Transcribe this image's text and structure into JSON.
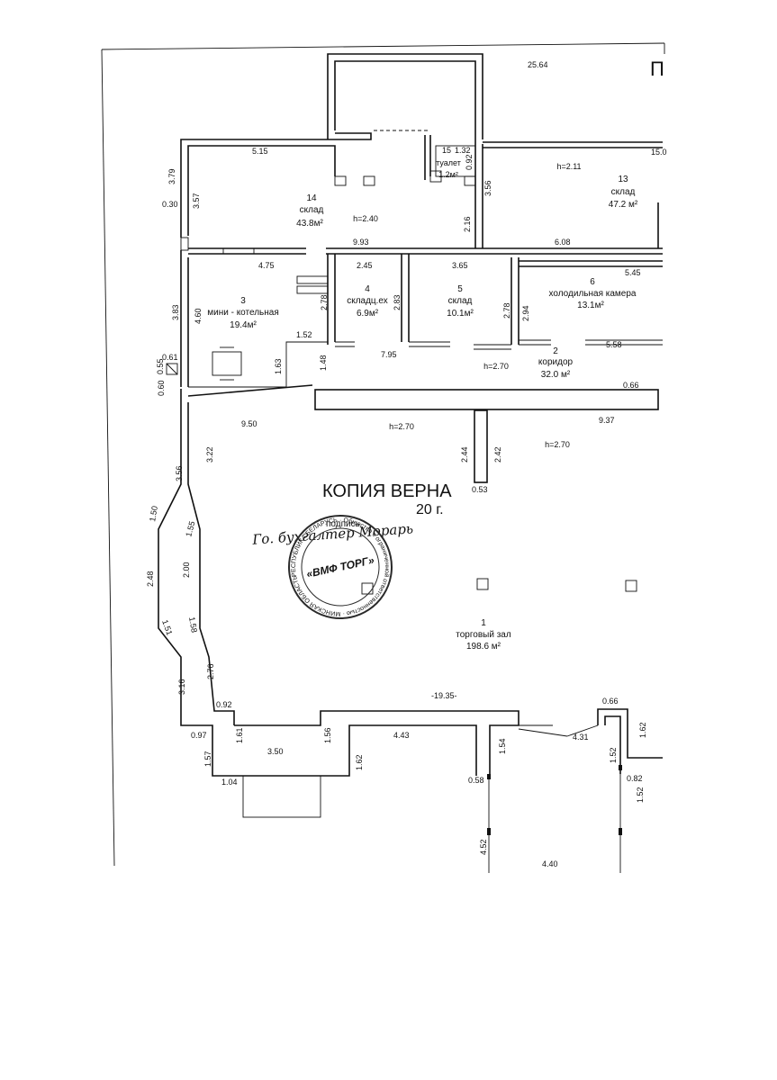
{
  "header": {
    "corner_label": "П",
    "overall_width": "25.64"
  },
  "rooms": {
    "r1": {
      "number": "1",
      "name": "торговый зал",
      "area": "198.6 м²",
      "height": "h=2.70"
    },
    "r2": {
      "number": "2",
      "name": "коридор",
      "area": "32.0 м²",
      "height": "h=2.70"
    },
    "r3": {
      "number": "3",
      "name": "мини - котельная",
      "area": "19.4м²"
    },
    "r4": {
      "number": "4",
      "name": "складц.ех",
      "area": "6.9м²"
    },
    "r5": {
      "number": "5",
      "name": "склад",
      "area": "10.1м²"
    },
    "r6": {
      "number": "6",
      "name": "холодильная камера",
      "area": "13.1м²"
    },
    "r13": {
      "number": "13",
      "name": "склад",
      "area": "47.2 м²",
      "height": "h=2.11"
    },
    "r14": {
      "number": "14",
      "name": "склад",
      "area": "43.8м²",
      "height": "h=2.40"
    },
    "r15": {
      "number": "15",
      "name": "туалет",
      "area": "1.2м²"
    }
  },
  "extra_heights": {
    "hall_upper": "h=2.70",
    "right_area": "h=2.70"
  },
  "dimensions": {
    "d515": "5.15",
    "d379": "3.79",
    "d357": "3.57",
    "d030": "0.30",
    "d132": "1.32",
    "d092": "0.92",
    "d356a": "3.56",
    "d216": "2.16",
    "d150_top": "15.0",
    "d993": "9.93",
    "d608": "6.08",
    "d475": "4.75",
    "d245": "2.45",
    "d365": "3.65",
    "d545": "5.45",
    "d383": "3.83",
    "d460": "4.60",
    "d278a": "2.78",
    "d283": "2.83",
    "d278b": "2.78",
    "d294": "2.94",
    "d152a": "1.52",
    "d795": "7.95",
    "d558": "5.58",
    "d061": "0.61",
    "d055": "0.55",
    "d163": "1.63",
    "d148": "1.48",
    "d060": "0.60",
    "d066a": "0.66",
    "d950": "9.50",
    "d937": "9.37",
    "d244": "2.44",
    "d242": "2.42",
    "d053": "0.53",
    "d322": "3.22",
    "d356b": "3.56",
    "d150": "1.50",
    "d155": "1.55",
    "d248": "2.48",
    "d200": "2.00",
    "d158": "1.58",
    "d151": "1.51",
    "d276": "2.76",
    "d316": "3.16",
    "d092b": "0.92",
    "d1935": "-19.35-",
    "d066b": "0.66",
    "d097": "0.97",
    "d161": "1.61",
    "d350": "3.50",
    "d156": "1.56",
    "d443": "4.43",
    "d154": "1.54",
    "d431": "4.31",
    "d152b": "1.52",
    "d162a": "1.62",
    "d157": "1.57",
    "d162b": "1.62",
    "d058": "0.58",
    "d082": "0.82",
    "d104": "1.04",
    "d152c": "1.52",
    "d452": "4.52",
    "d440": "4.40"
  },
  "stamp": {
    "certification": "КОПИЯ ВЕРНА",
    "date_line": "20   г.",
    "signature_label": "подпись",
    "handwriting": "Го. бухгалтер Морарь",
    "seal_center": "«ВМФ ТОРГ»",
    "seal_ring": "РЕСПУБЛИКА БЕЛАРУСЬ · Общество с ограниченной ответственностью · МИНСКАЯ ОБЛАСТЬ, г. НЕСВИЖ",
    "seal_color": "#2a2a2a"
  }
}
